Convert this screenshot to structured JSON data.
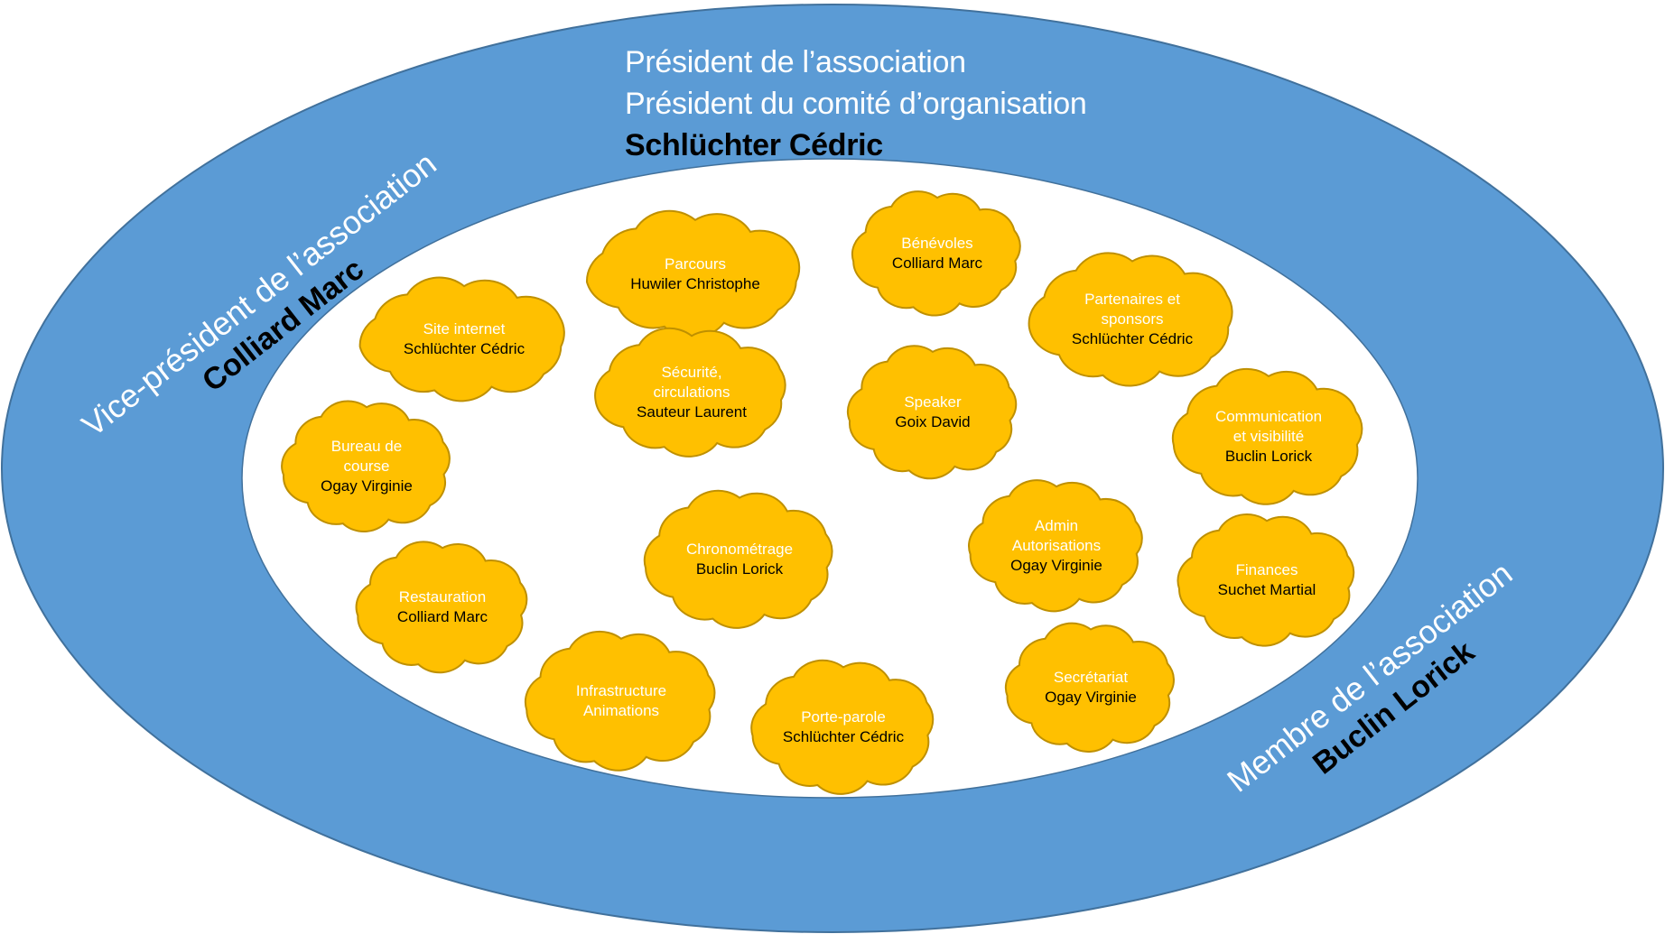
{
  "colors": {
    "outer_ring": "#5b9bd5",
    "outer_ring_stroke": "#41719c",
    "inner_area": "#ffffff",
    "cloud_fill": "#ffc000",
    "cloud_stroke": "#bf9000",
    "role_text": "#ffffff",
    "person_text": "#000000"
  },
  "president": {
    "role_line1": "Président de l’association",
    "role_line2": "Président du comité d’organisation",
    "name": "Schlüchter Cédric"
  },
  "vice_president": {
    "role": "Vice-président de l’association",
    "name": "Colliard Marc"
  },
  "member": {
    "role": "Membre de l’association",
    "name": "Buclin Lorick"
  },
  "clouds": [
    {
      "dept": "Parcours",
      "lead": "Huwiler Christophe"
    },
    {
      "dept": "Bénévoles",
      "lead": "Colliard Marc"
    },
    {
      "dept": "Site internet",
      "lead": "Schlüchter Cédric"
    },
    {
      "dept": "Partenaires et sponsors",
      "lead": "Schlüchter Cédric"
    },
    {
      "dept": "Sécurité, circulations",
      "lead": "Sauteur Laurent"
    },
    {
      "dept": "Speaker",
      "lead": "Goix David"
    },
    {
      "dept": "Communication et visibilité",
      "lead": "Buclin Lorick"
    },
    {
      "dept": "Bureau de course",
      "lead": "Ogay Virginie"
    },
    {
      "dept": "Chronométrage",
      "lead": "Buclin Lorick"
    },
    {
      "dept": "Admin Autorisations",
      "lead": "Ogay Virginie"
    },
    {
      "dept": "Finances",
      "lead": "Suchet Martial"
    },
    {
      "dept": "Restauration",
      "lead": "Colliard Marc"
    },
    {
      "dept": "Infrastructure Animations",
      "lead": ""
    },
    {
      "dept": "Porte-parole",
      "lead": "Schlüchter Cédric"
    },
    {
      "dept": "Secrétariat",
      "lead": "Ogay Virginie"
    }
  ]
}
